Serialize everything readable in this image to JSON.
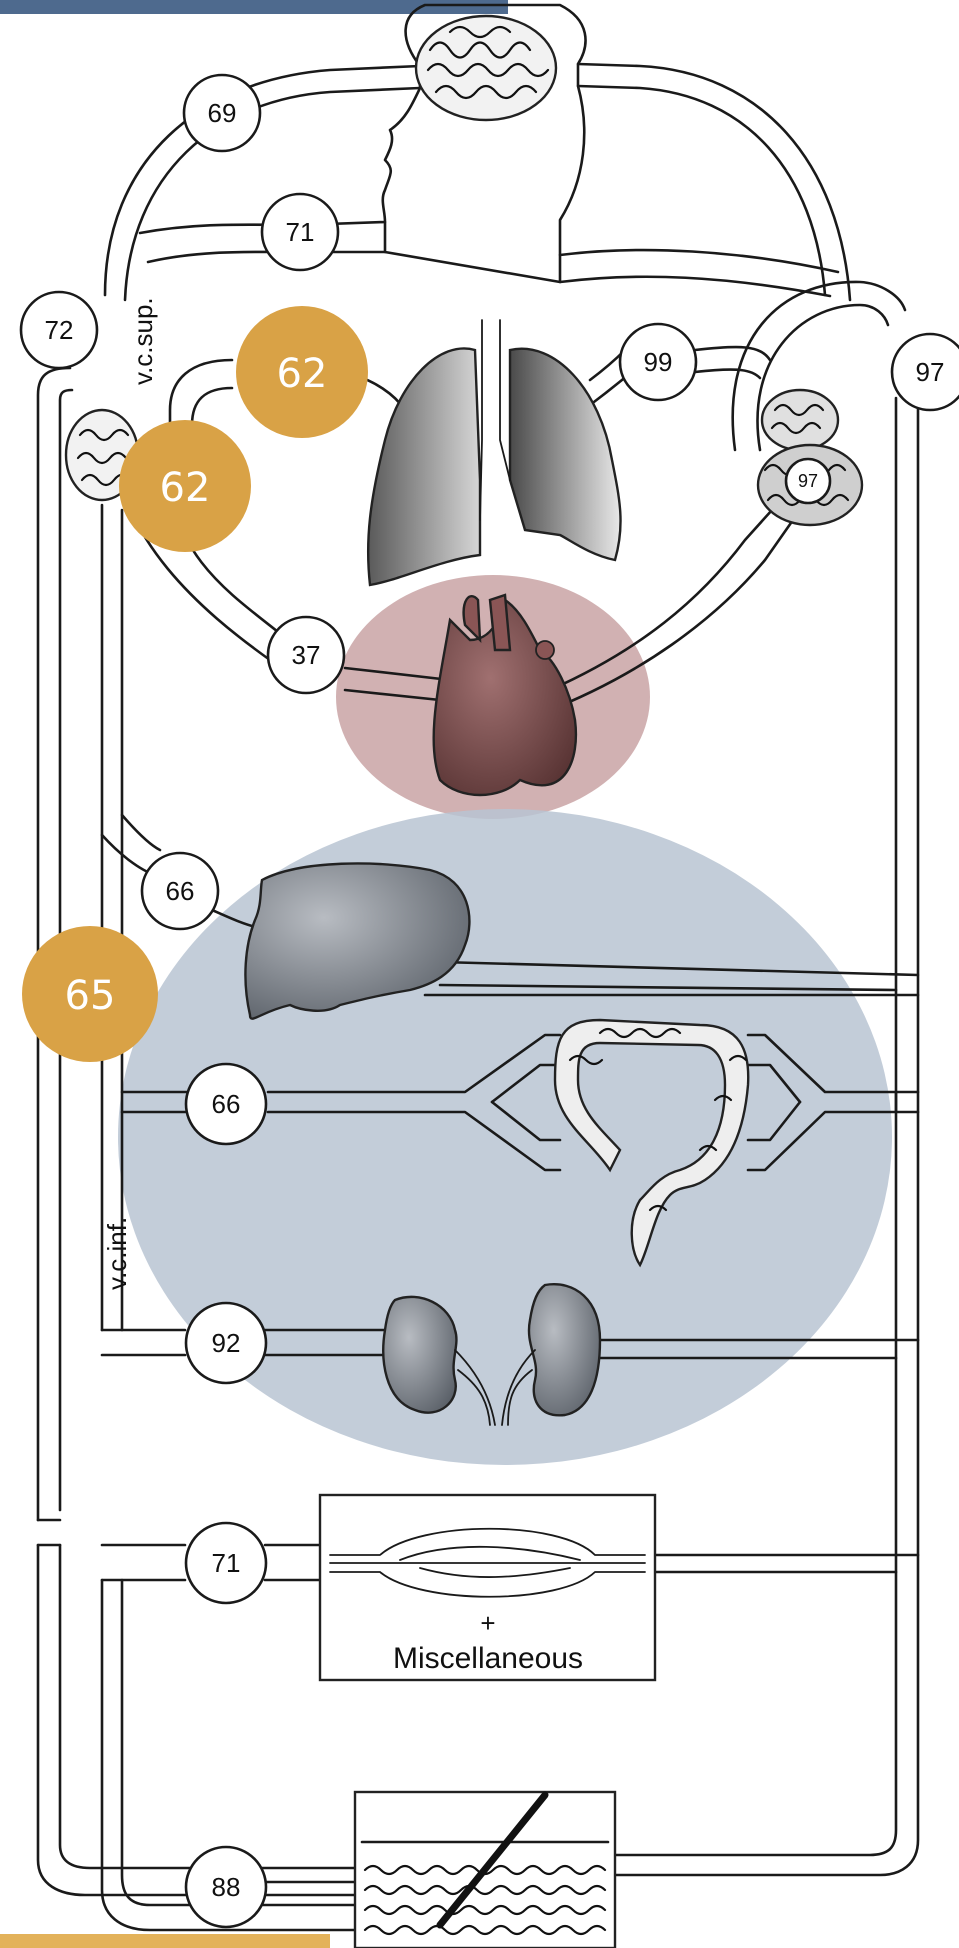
{
  "colors": {
    "badge": "#d9a246",
    "heart_highlight": "#c9a3a5",
    "abdomen_highlight": "#b9c4d2",
    "top_bar": "#4e6a8e",
    "bottom_bar": "#e3b25a"
  },
  "labels": {
    "vc_sup": "v.c.sup.",
    "vc_inf": "v.c.inf.",
    "misc_plus": "+",
    "misc": "Miscellaneous"
  },
  "nodes": [
    {
      "id": "brain",
      "value": "69"
    },
    {
      "id": "head-neck",
      "value": "71"
    },
    {
      "id": "svc",
      "value": "72"
    },
    {
      "id": "lung-outflow",
      "value": "99"
    },
    {
      "id": "spleen",
      "value": "97"
    },
    {
      "id": "spleen-inner",
      "value": "97"
    },
    {
      "id": "heart",
      "value": "37"
    },
    {
      "id": "liver",
      "value": "66"
    },
    {
      "id": "gut",
      "value": "66"
    },
    {
      "id": "kidney",
      "value": "92"
    },
    {
      "id": "muscle",
      "value": "71"
    },
    {
      "id": "skin",
      "value": "88"
    }
  ],
  "badges": [
    {
      "id": "lung-upper",
      "value": "62"
    },
    {
      "id": "lung-lower",
      "value": "62"
    },
    {
      "id": "liver-side",
      "value": "65"
    }
  ],
  "icons": [
    "brain-icon",
    "head-silhouette-icon",
    "lungs-icon",
    "heart-icon",
    "liver-icon",
    "colon-icon",
    "kidneys-icon",
    "muscle-icon",
    "skin-icon",
    "spleen-icon",
    "thyroid-icon"
  ]
}
